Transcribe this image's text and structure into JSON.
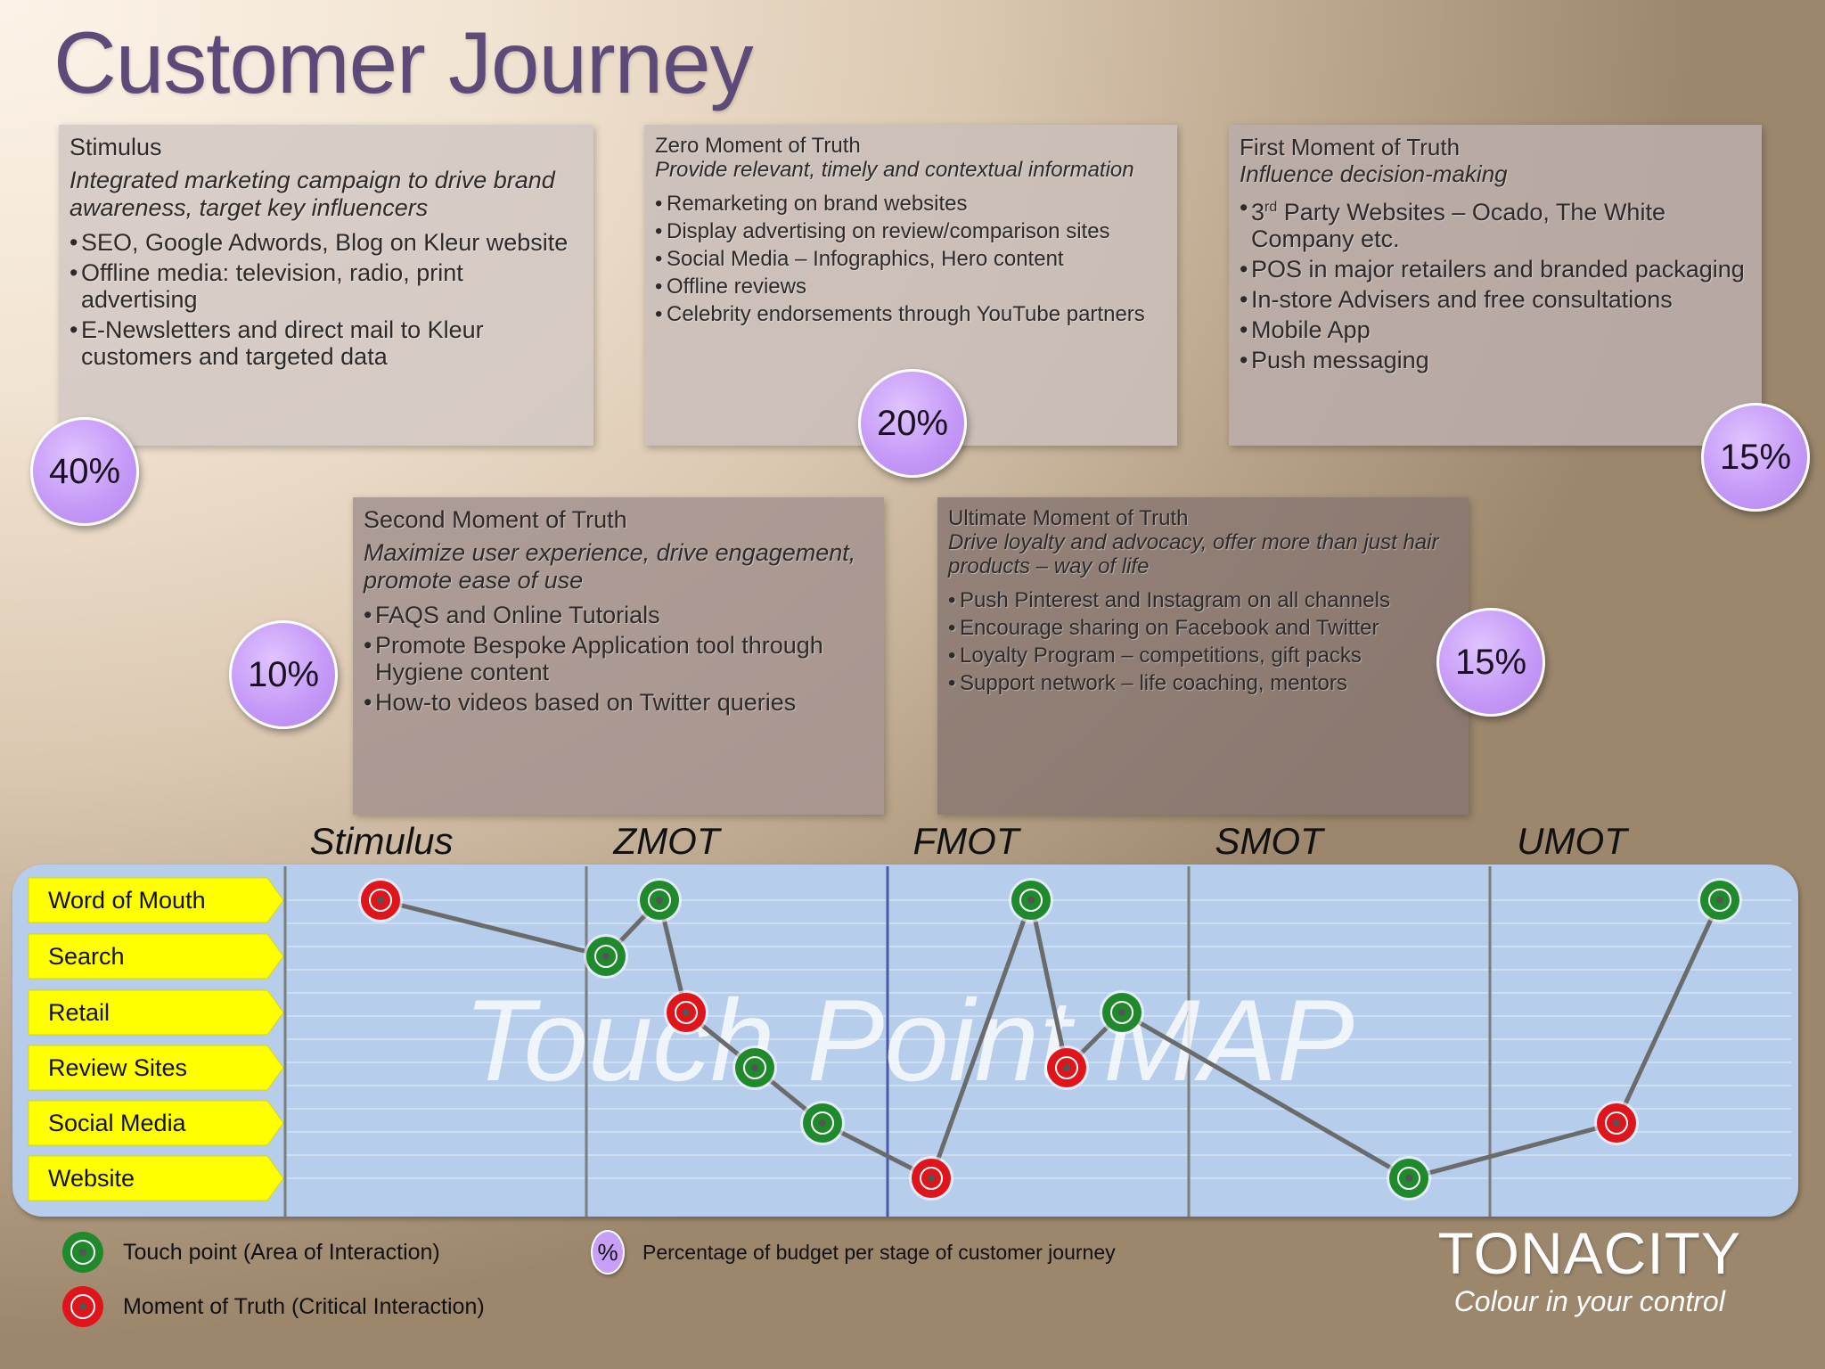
{
  "title": "Customer Journey",
  "cards": {
    "stimulus": {
      "title": "Stimulus",
      "subtitle": "Integrated marketing campaign to drive brand awareness, target key influencers",
      "items": [
        "SEO, Google Adwords, Blog on Kleur website",
        "Offline media: television, radio, print advertising",
        "E-Newsletters and direct mail to Kleur customers and targeted data"
      ]
    },
    "zmot": {
      "title": "Zero Moment of Truth",
      "subtitle": "Provide relevant, timely and contextual information",
      "items": [
        "Remarketing on brand websites",
        "Display advertising on review/comparison sites",
        "Social Media – Infographics, Hero content",
        "Offline reviews",
        "Celebrity endorsements through YouTube partners"
      ]
    },
    "fmot": {
      "title": "First Moment of Truth",
      "subtitle": "Influence decision-making",
      "items_first_pre": "3",
      "items_first_sup": "rd",
      "items_first_post": " Party Websites – Ocado, The White Company etc.",
      "items": [
        "POS in major retailers and branded packaging",
        "In-store Advisers and free consultations",
        "Mobile App",
        "Push messaging"
      ]
    },
    "smot": {
      "title": "Second Moment of Truth",
      "subtitle": "Maximize user experience, drive engagement, promote ease of use",
      "items": [
        "FAQS and Online Tutorials",
        "Promote Bespoke Application tool through Hygiene content",
        "How-to videos based on Twitter queries"
      ]
    },
    "umot": {
      "title": "Ultimate Moment of Truth",
      "subtitle": "Drive loyalty and advocacy, offer more than just hair products – way of life",
      "items": [
        "Push Pinterest and Instagram on all channels",
        "Encourage sharing on Facebook and Twitter",
        "Loyalty Program – competitions, gift packs",
        "Support network – life coaching, mentors"
      ]
    }
  },
  "budget": {
    "stimulus": "40%",
    "zmot": "20%",
    "fmot": "15%",
    "smot": "10%",
    "umot": "15%"
  },
  "map": {
    "watermark": "Touch Point MAP",
    "stages": [
      "Stimulus",
      "ZMOT",
      "FMOT",
      "SMOT",
      "UMOT"
    ],
    "channels": [
      "Word of Mouth",
      "Search",
      "Retail",
      "Review Sites",
      "Social Media",
      "Website"
    ],
    "colors": {
      "touch_point": "#1f8a2b",
      "moment_of_truth": "#e0141b",
      "channel_label": "#ffff00",
      "map_bg": "#b6cdeb"
    },
    "points": [
      {
        "stage": "Stimulus",
        "channel": "Word of Mouth",
        "kind": "moment_of_truth"
      },
      {
        "stage": "ZMOT",
        "channel": "Search",
        "kind": "touch_point"
      },
      {
        "stage": "ZMOT",
        "channel": "Word of Mouth",
        "kind": "touch_point"
      },
      {
        "stage": "ZMOT",
        "channel": "Retail",
        "kind": "moment_of_truth"
      },
      {
        "stage": "ZMOT",
        "channel": "Review Sites",
        "kind": "touch_point"
      },
      {
        "stage": "ZMOT",
        "channel": "Social Media",
        "kind": "touch_point"
      },
      {
        "stage": "FMOT",
        "channel": "Website",
        "kind": "moment_of_truth"
      },
      {
        "stage": "FMOT",
        "channel": "Word of Mouth",
        "kind": "touch_point"
      },
      {
        "stage": "FMOT",
        "channel": "Review Sites",
        "kind": "moment_of_truth"
      },
      {
        "stage": "FMOT",
        "channel": "Retail",
        "kind": "touch_point"
      },
      {
        "stage": "SMOT",
        "channel": "Website",
        "kind": "touch_point"
      },
      {
        "stage": "UMOT",
        "channel": "Social Media",
        "kind": "moment_of_truth"
      },
      {
        "stage": "UMOT",
        "channel": "Word of Mouth",
        "kind": "touch_point"
      }
    ]
  },
  "legend": {
    "touch_point": "Touch point (Area of Interaction)",
    "moment_of_truth": "Moment of Truth (Critical Interaction)",
    "percent_symbol": "%",
    "percent": "Percentage of budget per stage of customer journey"
  },
  "brand": {
    "name": "TONACITY",
    "tagline": "Colour in your control"
  }
}
